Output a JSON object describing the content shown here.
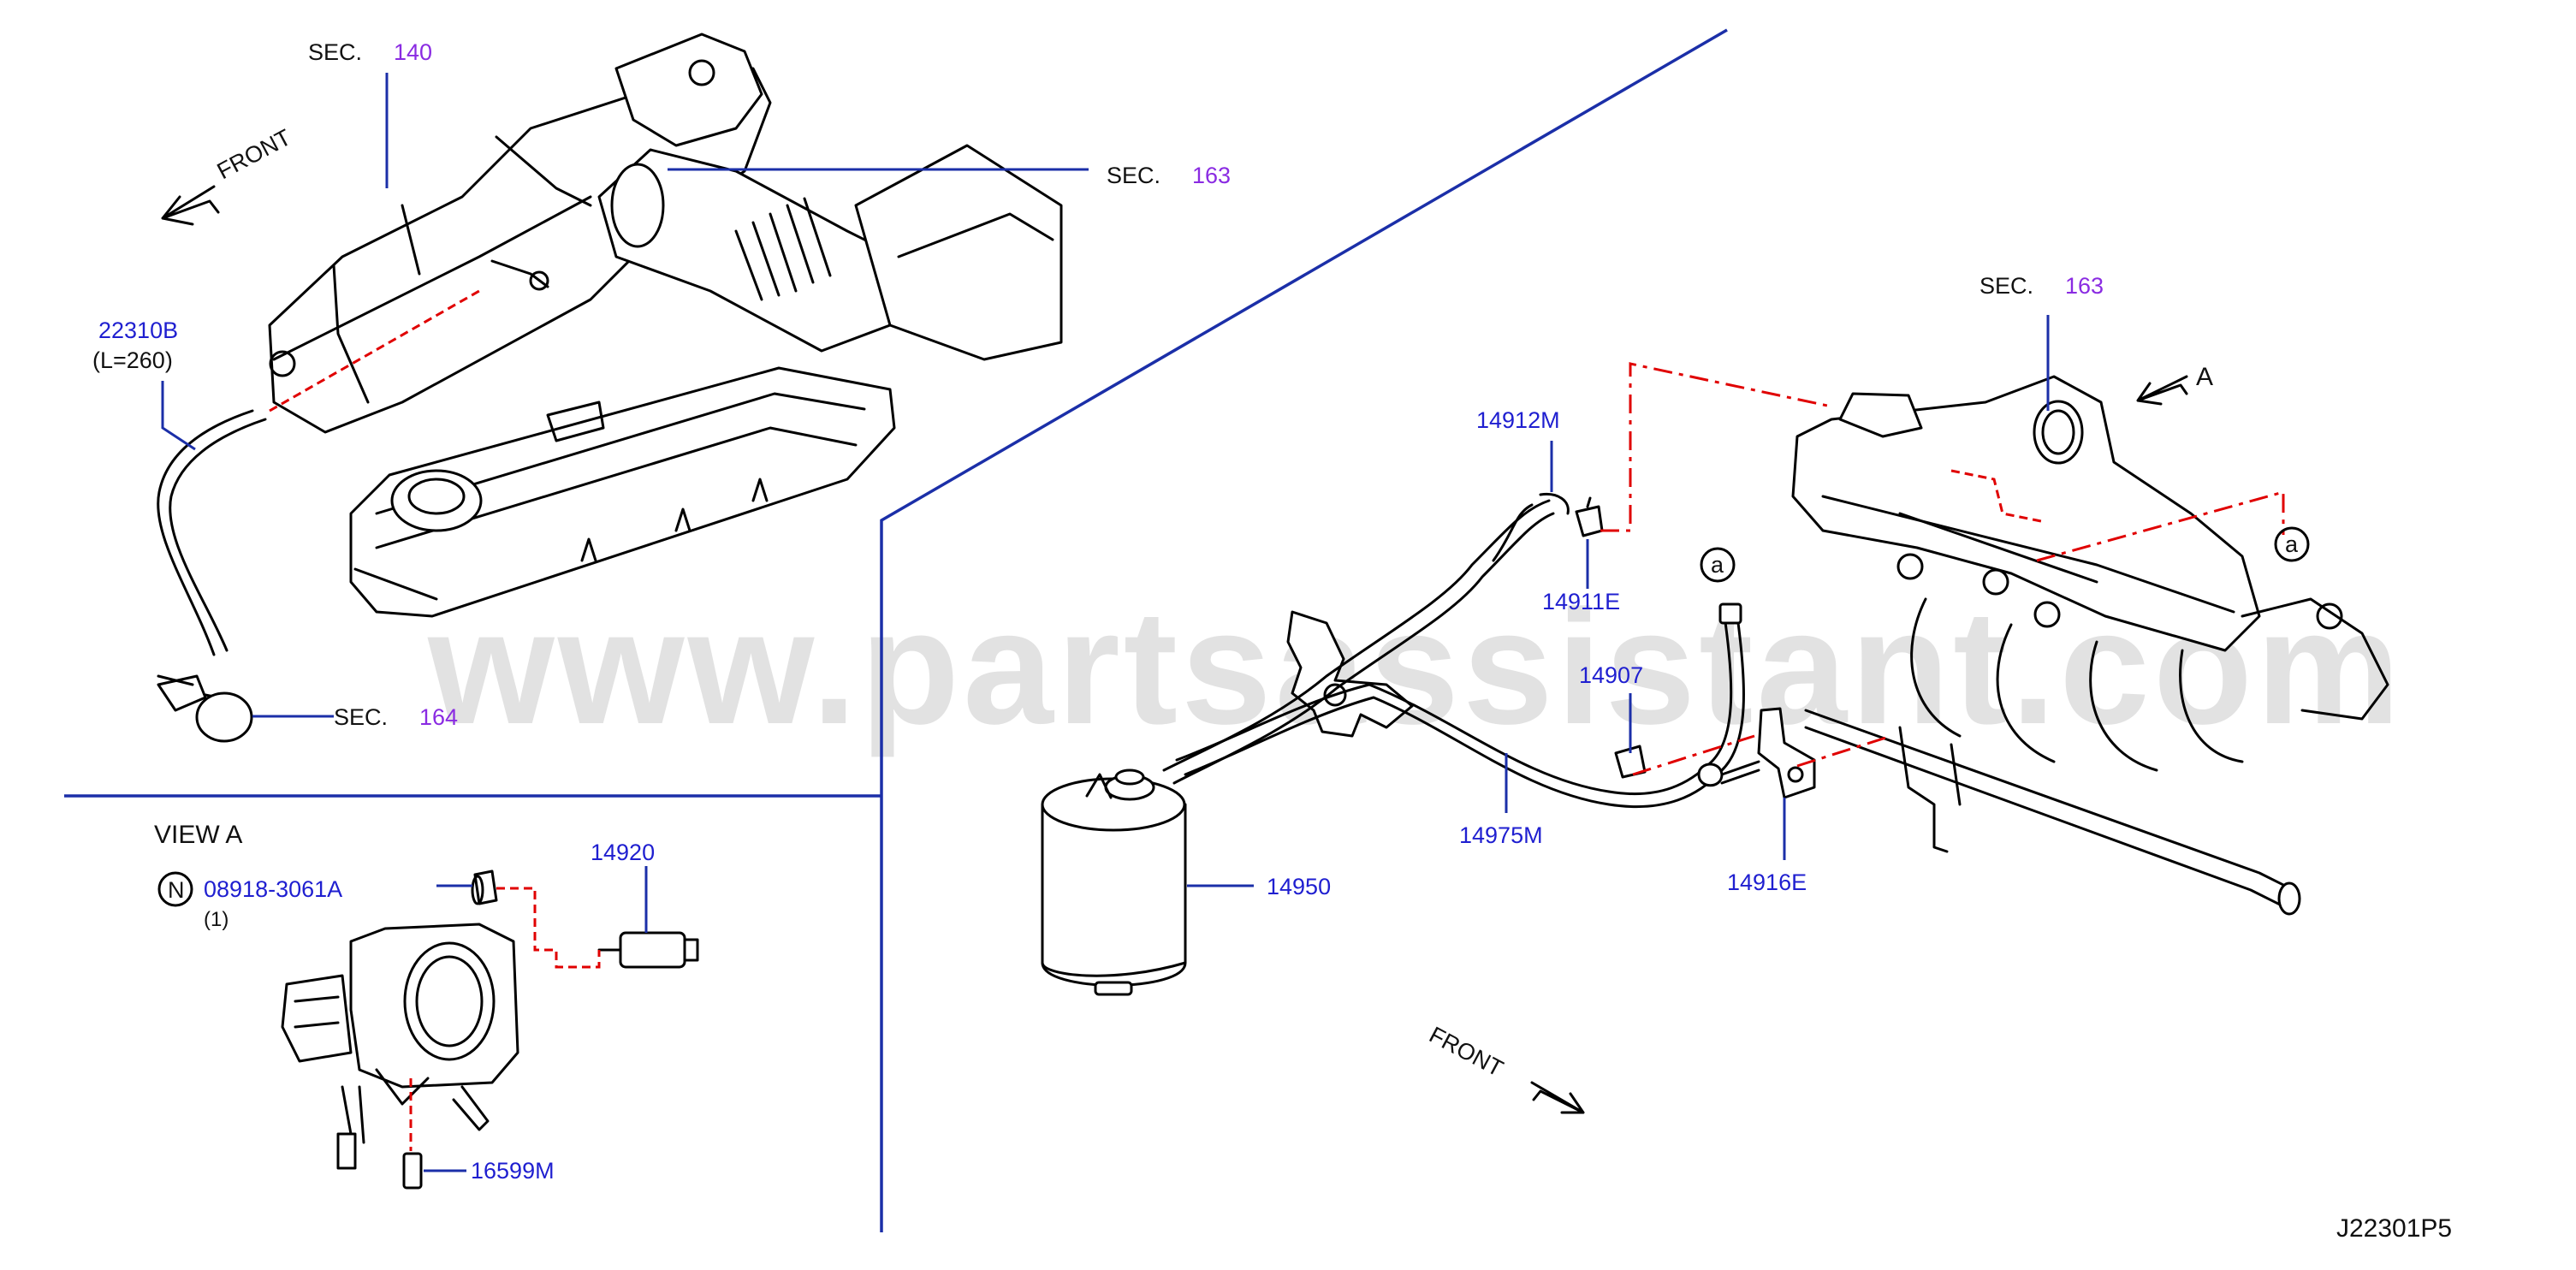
{
  "watermark": "www.partsassistant.com",
  "diagram_code": "J22301P5",
  "view_label": "VIEW   A",
  "view_marker": "A",
  "front_labels": [
    "FRONT",
    "FRONT"
  ],
  "sec_prefix": "SEC.",
  "sections": {
    "sec140": "140",
    "sec163_top": "163",
    "sec164": "164",
    "sec163_right": "163"
  },
  "callout_letter": "a",
  "nut_symbol": "N",
  "parts": {
    "p22310B": "22310B",
    "p22310B_len": "(L=260)",
    "p08918": "08918-3061A",
    "p08918_qty": "(1)",
    "p14920": "14920",
    "p16599M": "16599M",
    "p14912M": "14912M",
    "p14911E": "14911E",
    "p14907": "14907",
    "p14975M": "14975M",
    "p14950": "14950",
    "p14916E": "14916E"
  },
  "colors": {
    "part_number": "#1f1fd0",
    "section_number": "#8a2be2",
    "leader_line": "#1b2fa8",
    "phantom_line": "#e00000"
  }
}
